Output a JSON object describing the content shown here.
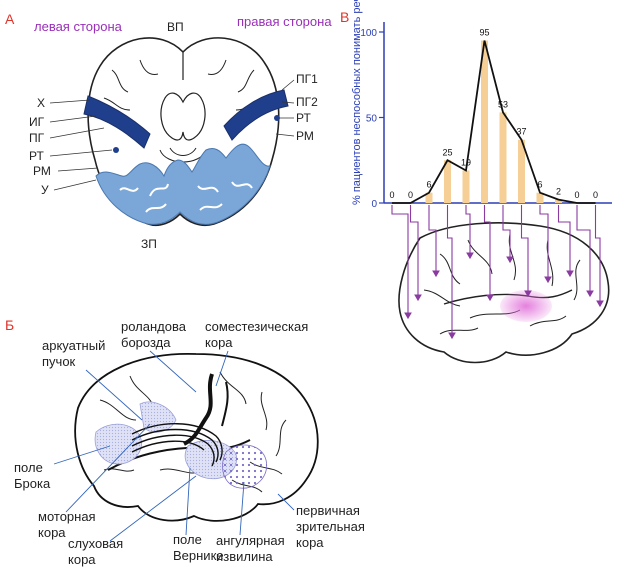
{
  "panels": {
    "a": {
      "letter": "А",
      "left_side": "левая сторона",
      "right_side": "правая сторона",
      "front_pole": "ВП",
      "back_pole": "ЗП",
      "labels_left": [
        "Х",
        "ИГ",
        "ПГ",
        "РТ",
        "РМ",
        "У"
      ],
      "labels_right": [
        "ПГ1",
        "ПГ2",
        "РТ",
        "РМ"
      ]
    },
    "b": {
      "letter": "Б",
      "labels": {
        "rolandic": [
          "роландова",
          "борозда"
        ],
        "somatosensory": [
          "соместезическая",
          "кора"
        ],
        "arcuate": [
          "аркуатный",
          "пучок"
        ],
        "broca": [
          "поле",
          "Брока"
        ],
        "motor": [
          "моторная",
          "кора"
        ],
        "auditory": [
          "слуховая",
          "кора"
        ],
        "wernicke": [
          "поле",
          "Вернике"
        ],
        "angular": [
          "ангулярная",
          "извилина"
        ],
        "visual": [
          "первичная",
          "зрительная",
          "кора"
        ]
      }
    },
    "c": {
      "letter": "В"
    }
  },
  "chart_data": {
    "type": "line",
    "ylabel": "% пациентов неспособных понимать речь",
    "yticks": [
      0,
      50,
      100
    ],
    "ylim": [
      0,
      100
    ],
    "values": [
      0,
      0,
      6,
      25,
      19,
      95,
      53,
      37,
      6,
      2,
      0,
      0
    ],
    "value_labels": [
      "0",
      "0",
      "6",
      "25",
      "19",
      "95",
      "53",
      "37",
      "6",
      "2",
      "0",
      "0"
    ]
  },
  "colors": {
    "panel_letter": "#e0342a",
    "side_label": "#9a2fb8",
    "dark_blue": "#1f3f8c",
    "light_blue": "#7aa6d8",
    "bar": "#f5cf95",
    "arrow": "#8a3aa0",
    "axis": "#2b3fb5",
    "hatch": "#c9cdf0"
  }
}
